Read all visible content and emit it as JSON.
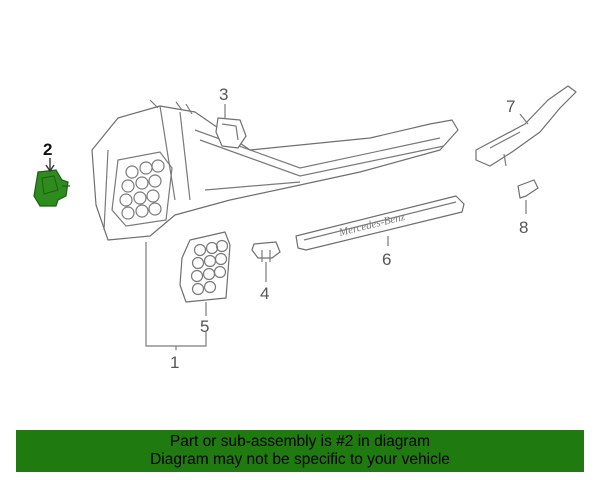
{
  "diagram": {
    "callouts": {
      "c1": "1",
      "c2": "2",
      "c3": "3",
      "c4": "4",
      "c5": "5",
      "c6": "6",
      "c7": "7",
      "c8": "8"
    },
    "sill_plate_text": "Mercedes-Benz",
    "highlight_color": "#2e8b1e"
  },
  "banner": {
    "line1": "Part or sub-assembly is #2 in diagram",
    "line2": "Diagram may not be specific to your vehicle",
    "background": "#1f7a10"
  }
}
